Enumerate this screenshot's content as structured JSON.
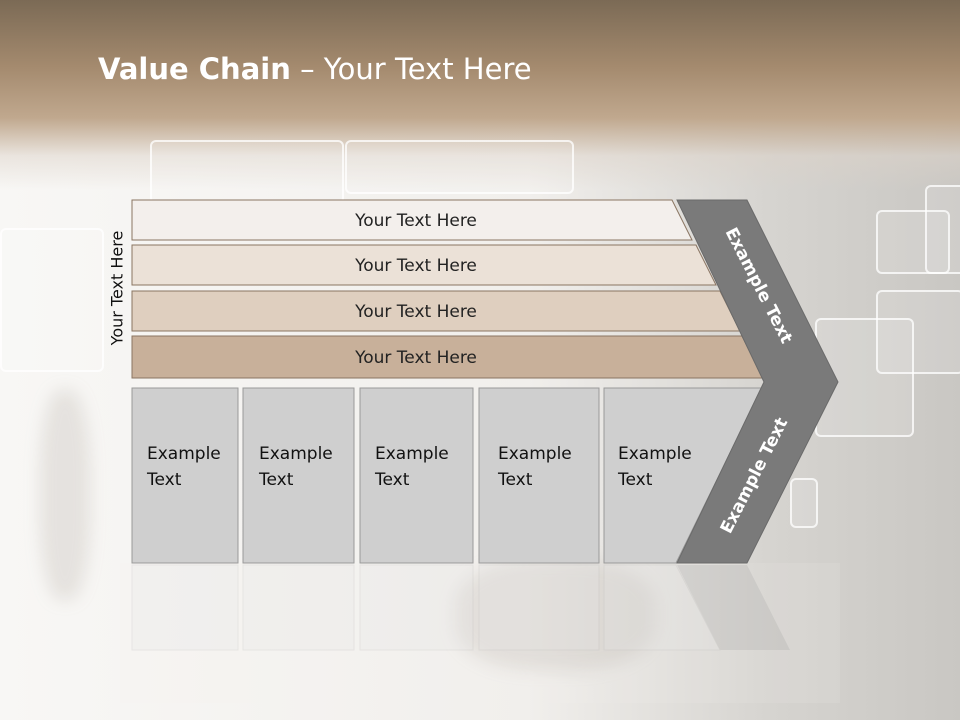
{
  "title": {
    "bold": "Value Chain",
    "rest": " – Your Text Here"
  },
  "side_label": "Your Text Here",
  "bars": [
    {
      "label": "Your Text Here",
      "fill": "#f3efec"
    },
    {
      "label": "Your Text Here",
      "fill": "#ebe1d7"
    },
    {
      "label": "Your Text Here",
      "fill": "#dfcfbf"
    },
    {
      "label": "Your Text Here",
      "fill": "#c8b09a"
    }
  ],
  "cells": [
    {
      "line1": "Example",
      "line2": "Text"
    },
    {
      "line1": "Example",
      "line2": "Text"
    },
    {
      "line1": "Example",
      "line2": "Text"
    },
    {
      "line1": "Example",
      "line2": "Text"
    },
    {
      "line1": "Example",
      "line2": "Text"
    }
  ],
  "arrow": {
    "upper_label": "Example Text",
    "lower_label": "Example Text",
    "fill": "#7a7a7a"
  },
  "colors": {
    "header": "#a48a6e",
    "cell_fill": "#cfcfcf",
    "bar_stroke": "#8a7562"
  }
}
